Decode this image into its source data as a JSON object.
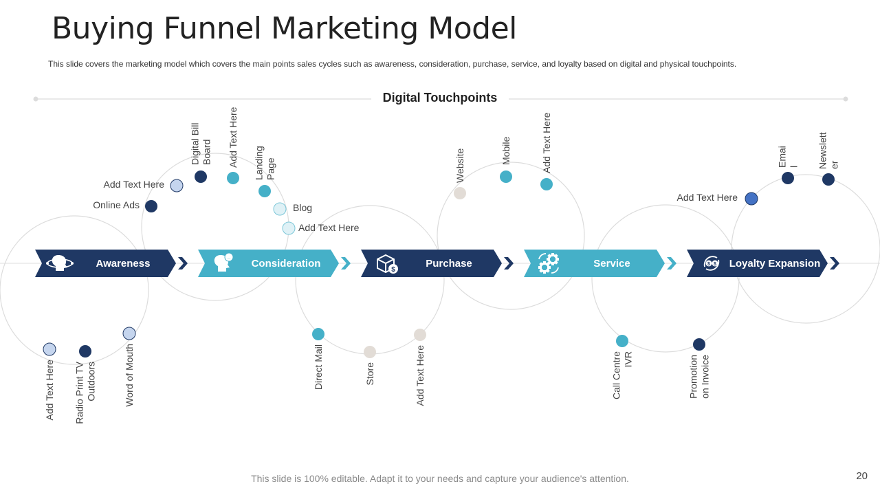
{
  "slide": {
    "title": "Buying Funnel Marketing Model",
    "subtitle": "This slide covers the marketing model which covers the main points sales cycles such as awareness, consideration, purchase, service, and loyalty based on digital and physical touchpoints.",
    "digital_label": "Digital Touchpoints",
    "footer": "This slide is 100% editable. Adapt it to your needs and capture your audience's attention.",
    "page_number": "20"
  },
  "colors": {
    "navy": "#1f3864",
    "teal": "#45b0c8",
    "light_blue": "#c5d5ee",
    "pale_teal": "#dff1f6",
    "grey": "#e2dcd6",
    "mid_blue": "#4472c4",
    "line": "#dcdcdc"
  },
  "stages": [
    {
      "label": "Awareness",
      "icon": "head-network-icon",
      "color": "navy"
    },
    {
      "label": "Consideration",
      "icon": "head-thought-icon",
      "color": "teal"
    },
    {
      "label": "Purchase",
      "icon": "box-dollar-icon",
      "color": "navy"
    },
    {
      "label": "Service",
      "icon": "gears-icon",
      "color": "teal"
    },
    {
      "label": "Loyalty Expansion",
      "icon": "refresh-dollar-icon",
      "color": "navy"
    }
  ],
  "touchpoints": [
    {
      "label": "Online Ads",
      "color": "navy",
      "orient": "h"
    },
    {
      "label": "Add Text Here",
      "color": "light_blue",
      "orient": "h"
    },
    {
      "label": "Digital Bill|Board",
      "color": "navy",
      "orient": "v"
    },
    {
      "label": "Add Text Here",
      "color": "teal",
      "orient": "v"
    },
    {
      "label": "Landing|Page",
      "color": "teal",
      "orient": "v"
    },
    {
      "label": "Blog",
      "color": "pale_teal",
      "orient": "h"
    },
    {
      "label": "Add Text Here",
      "color": "pale_teal",
      "orient": "h"
    },
    {
      "label": "Add Text Here",
      "color": "light_blue",
      "orient": "v"
    },
    {
      "label": "Radio Print TV|Outdoors",
      "color": "navy",
      "orient": "v"
    },
    {
      "label": "Word of Mouth",
      "color": "light_blue",
      "orient": "v"
    },
    {
      "label": "Website",
      "color": "grey",
      "orient": "v"
    },
    {
      "label": "Mobile",
      "color": "teal",
      "orient": "v"
    },
    {
      "label": "Add Text Here",
      "color": "teal",
      "orient": "v"
    },
    {
      "label": "Direct Mail",
      "color": "teal",
      "orient": "v"
    },
    {
      "label": "Store",
      "color": "grey",
      "orient": "v"
    },
    {
      "label": "Add Text Here",
      "color": "grey",
      "orient": "v"
    },
    {
      "label": "Call Centre|IVR",
      "color": "teal",
      "orient": "v"
    },
    {
      "label": "Promotion|on Invoice",
      "color": "navy",
      "orient": "v"
    },
    {
      "label": "Add Text Here",
      "color": "mid_blue",
      "orient": "h"
    },
    {
      "label": "Emai|l",
      "color": "navy",
      "orient": "v"
    },
    {
      "label": "Newslett|er",
      "color": "navy",
      "orient": "v"
    }
  ]
}
